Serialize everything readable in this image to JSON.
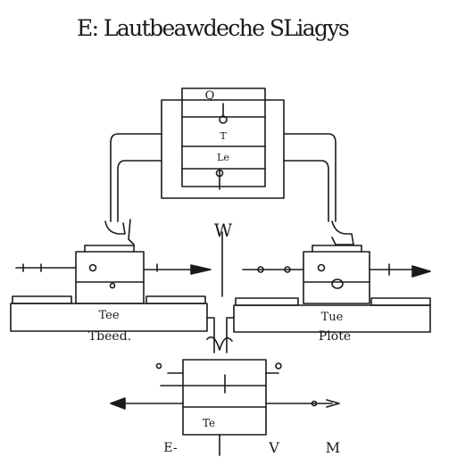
{
  "title": "E: Lautbeawdeche SLiagys",
  "top_block": {
    "rows": [
      "Q",
      "",
      "T",
      "Le"
    ]
  },
  "left_block": {
    "platform_label": "Tee",
    "bottom_label": "Tbeed."
  },
  "right_block": {
    "platform_label": "Tue",
    "bottom_label": "Plote"
  },
  "center_mark": "W",
  "bottom_block": {
    "inner_label": "Te",
    "footer_labels": [
      "E-",
      "V",
      "M"
    ]
  }
}
